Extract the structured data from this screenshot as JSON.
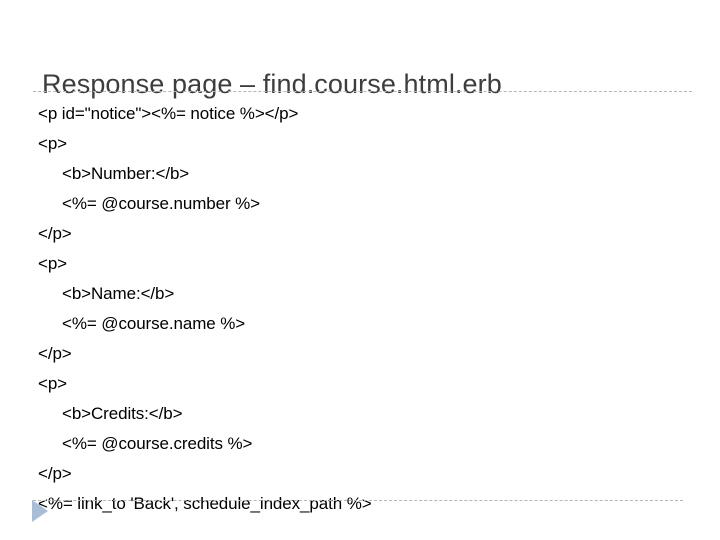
{
  "slide": {
    "title": "Response page – find.course.html.erb",
    "background_color": "#ffffff",
    "title_color": "#3d3d3d",
    "rule_color": "#b6b6b6",
    "marker_color": "#a9bdd5"
  },
  "code": {
    "language": "erb",
    "text_color": "#000000",
    "lines": [
      {
        "text": "<p id=\"notice\"><%= notice %></p>",
        "indent": 0
      },
      {
        "text": "<p>",
        "indent": 0
      },
      {
        "text": "<b>Number:</b>",
        "indent": 1
      },
      {
        "text": "<%= @course.number %>",
        "indent": 1
      },
      {
        "text": "</p>",
        "indent": 0
      },
      {
        "text": "<p>",
        "indent": 0
      },
      {
        "text": "<b>Name:</b>",
        "indent": 1
      },
      {
        "text": "<%= @course.name %>",
        "indent": 1
      },
      {
        "text": "</p>",
        "indent": 0
      },
      {
        "text": "<p>",
        "indent": 0
      },
      {
        "text": "<b>Credits:</b>",
        "indent": 1
      },
      {
        "text": "<%= @course.credits %>",
        "indent": 1
      },
      {
        "text": "</p>",
        "indent": 0
      },
      {
        "text": "<%= link_to 'Back', schedule_index_path %>",
        "indent": 0
      }
    ]
  }
}
